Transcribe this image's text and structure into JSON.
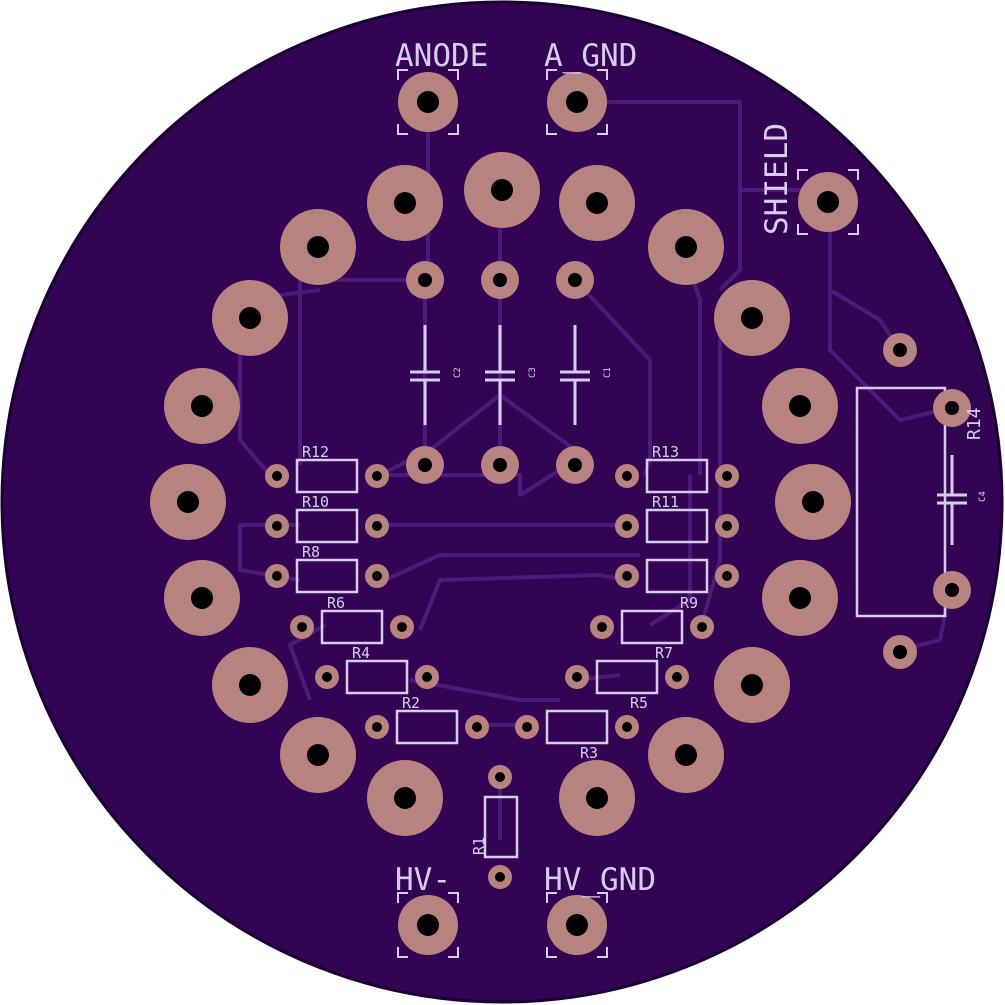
{
  "board": {
    "colors": {
      "substrate": "#330354",
      "trace": "#4d1a7a",
      "pad": "#b8837f",
      "pad_edge": "#9a6c6a",
      "hole": "#000000",
      "silk": "#d8ccee",
      "outline": "#1b0033"
    }
  },
  "labels": {
    "anode": "ANODE",
    "a_gnd": "A_GND",
    "shield": "SHIELD",
    "hv_minus": "HV-",
    "hv_gnd": "HV_GND",
    "r1": "R1",
    "r2": "R2",
    "r3": "R3",
    "r4": "R4",
    "r5": "R5",
    "r6": "R6",
    "r7": "R7",
    "r8": "R8",
    "r9": "R9",
    "r10": "R10",
    "r11": "R11",
    "r12": "R12",
    "r13": "R13",
    "r14": "R14",
    "c1": "C1",
    "c2": "C2",
    "c3": "C3",
    "c4": "C4"
  }
}
